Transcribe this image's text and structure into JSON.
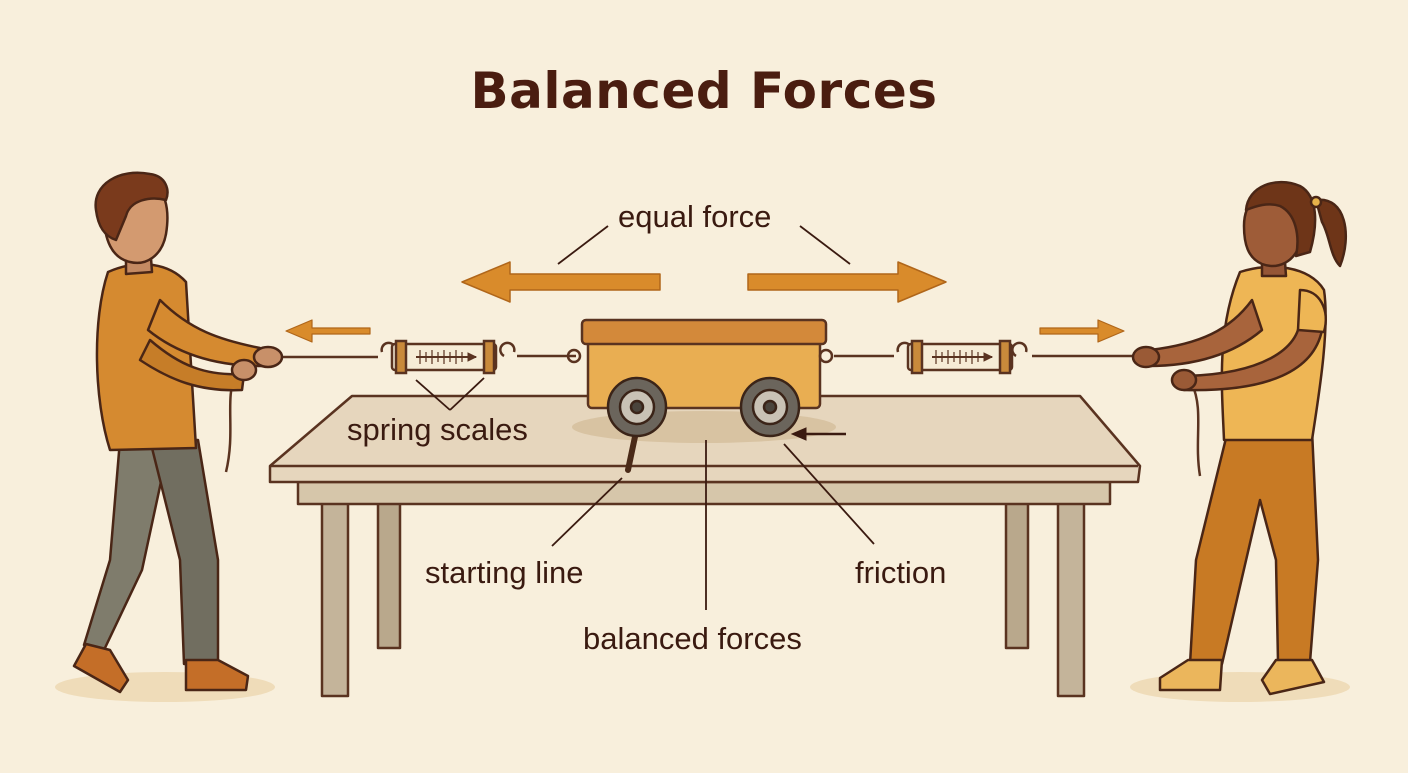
{
  "title": "Balanced Forces",
  "labels": {
    "equal_force": "equal force",
    "spring_scales": "spring scales",
    "starting_line": "starting line",
    "friction": "friction",
    "balanced_forces": "balanced forces"
  },
  "colors": {
    "background": "#f8efdc",
    "title": "#4a1d10",
    "arrow": "#d98b2b",
    "outline": "#5a3320",
    "cart": "#e9ae52",
    "table_top": "#e6d6bd",
    "person_left_shirt": "#d58a30",
    "person_left_pants": "#7f7c6c",
    "person_right_shirt": "#eeb655",
    "person_right_pants": "#c87a24"
  }
}
